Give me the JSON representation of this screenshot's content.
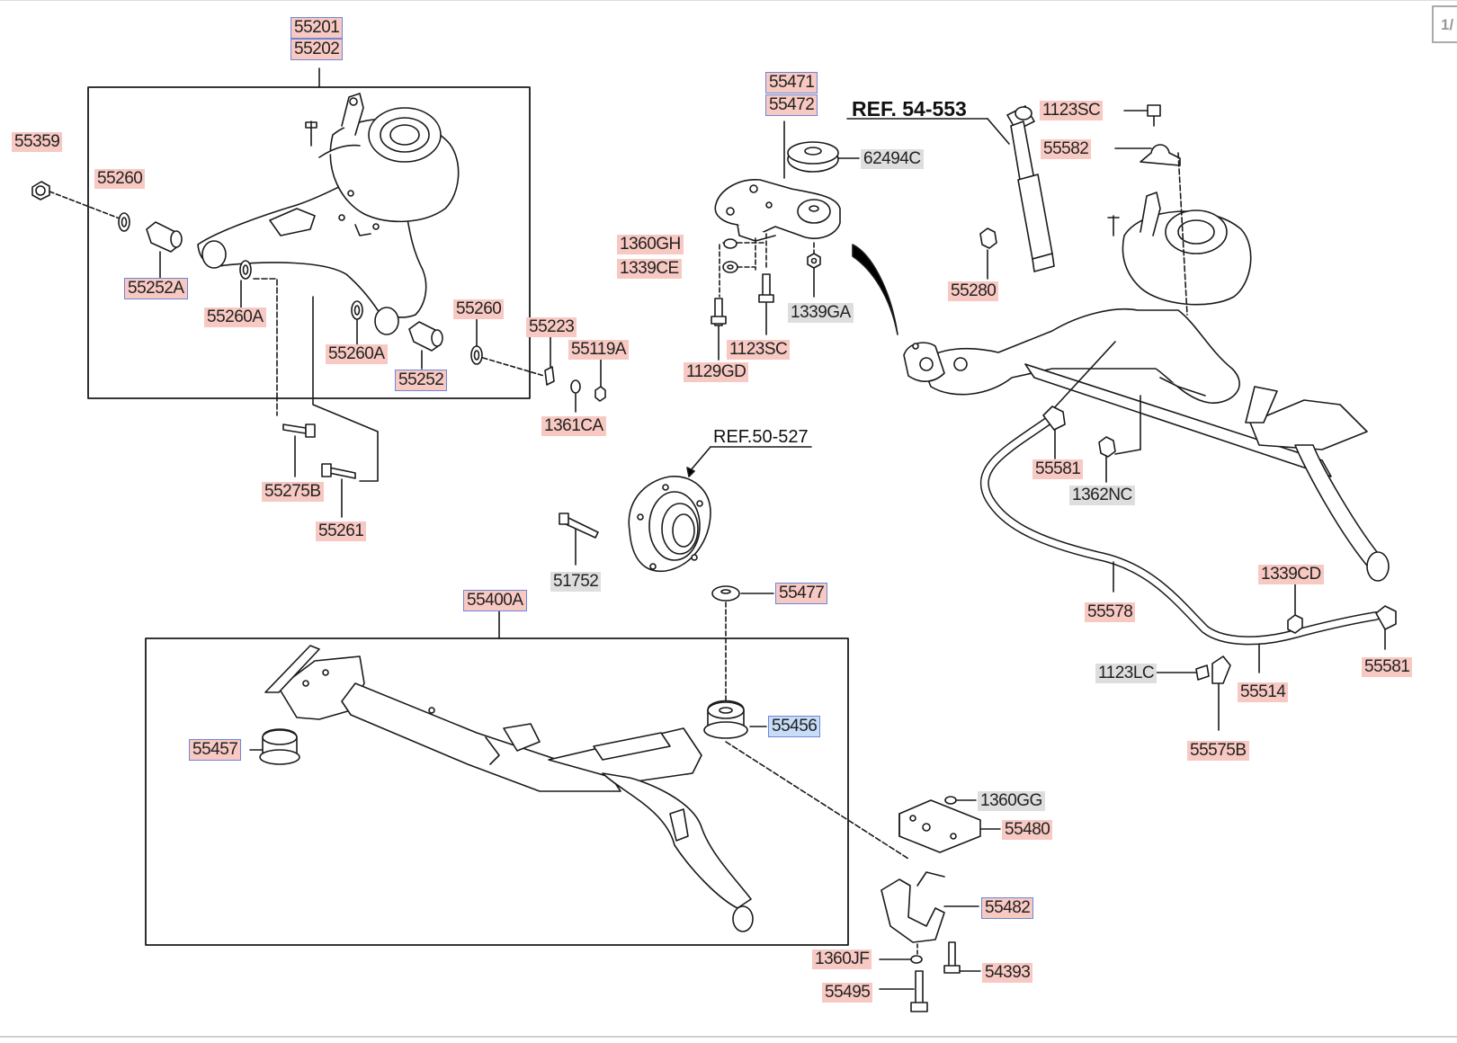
{
  "page_indicator": "1/",
  "references": {
    "shock": "REF. 54-553",
    "hub": "REF.50-527"
  },
  "labels": {
    "l55201": "55201",
    "l55202": "55202",
    "l55359": "55359",
    "l55260a": "55260",
    "l55252A": "55252A",
    "l55260A1": "55260A",
    "l55260A2": "55260A",
    "l55260b": "55260",
    "l55252": "55252",
    "l55223": "55223",
    "l55119A": "55119A",
    "l1361CA": "1361CA",
    "l55275B": "55275B",
    "l55261": "55261",
    "l55471": "55471",
    "l55472": "55472",
    "l62494C": "62494C",
    "l1360GH": "1360GH",
    "l1339CE": "1339CE",
    "l1339GA": "1339GA",
    "l1123SCm": "1123SC",
    "l1129GD": "1129GD",
    "l1123SCr": "1123SC",
    "l55582": "55582",
    "l55280": "55280",
    "l55581a": "55581",
    "l1362NC": "1362NC",
    "l1339CD": "1339CD",
    "l55578": "55578",
    "l1123LC": "1123LC",
    "l55514": "55514",
    "l55581b": "55581",
    "l55575B": "55575B",
    "l51752": "51752",
    "l55400A": "55400A",
    "l55477": "55477",
    "l55457": "55457",
    "l55456": "55456",
    "l1360GG": "1360GG",
    "l55480": "55480",
    "l55482": "55482",
    "l1360JF": "1360JF",
    "l54393": "54393",
    "l55495": "55495"
  }
}
